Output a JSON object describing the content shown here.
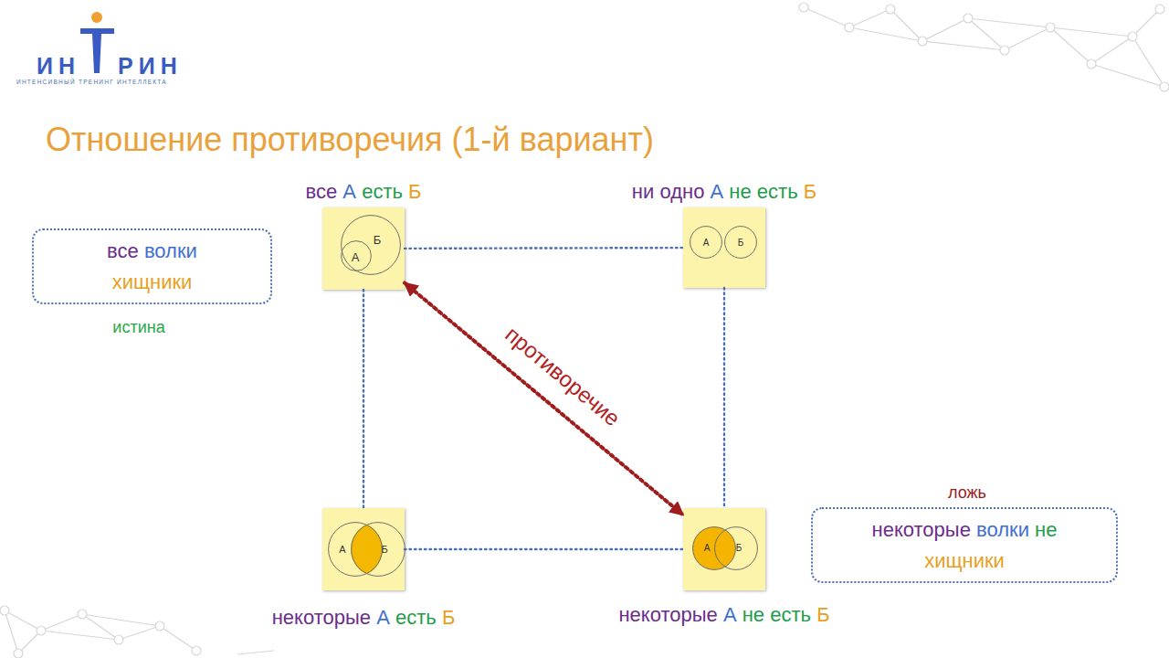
{
  "diagram": {
    "title": "Отношение противоречия (1-й вариант)",
    "nodes": [
      {
        "text": [
          "все А есть Б"
        ]
      },
      {
        "text": [
          "Б"
        ],
        "in": 0
      },
      {
        "text": [
          "А"
        ],
        "in": 1
      },
      {
        "text": [
          "ни одно А не есть Б"
        ]
      },
      {
        "text": [
          "А"
        ],
        "in": 3
      },
      {
        "text": [
          "Б"
        ],
        "in": 3
      },
      {
        "text": [
          "все волки хищники",
          "истина"
        ]
      },
      {
        "text": [
          "некоторые А есть Б"
        ]
      },
      {
        "text": [
          "А"
        ],
        "in": 7
      },
      {
        "text": [
          "Б"
        ],
        "in": 7
      },
      {
        "text": [
          "некоторые А не есть Б"
        ]
      },
      {
        "text": [
          "А"
        ],
        "in": 10
      },
      {
        "text": [
          "Б"
        ],
        "in": 10
      },
      {
        "text": [
          "ложь",
          "некоторые волки не хищники"
        ]
      }
    ],
    "edges": [
      {
        "from": 0,
        "to": 3,
        "arrow": "none"
      },
      {
        "from": 0,
        "to": 7,
        "arrow": "none"
      },
      {
        "from": 3,
        "to": 10,
        "arrow": "none"
      },
      {
        "from": 7,
        "to": 10,
        "arrow": "none"
      },
      {
        "from": 0,
        "to": 10,
        "arrow": "both",
        "label": "противоречие"
      }
    ],
    "labels": [
      "ИН",
      "РИН",
      "ИНТЕНСИВНЫЙ ТРЕНИНГ ИНТЕЛЛЕКТА"
    ]
  }
}
